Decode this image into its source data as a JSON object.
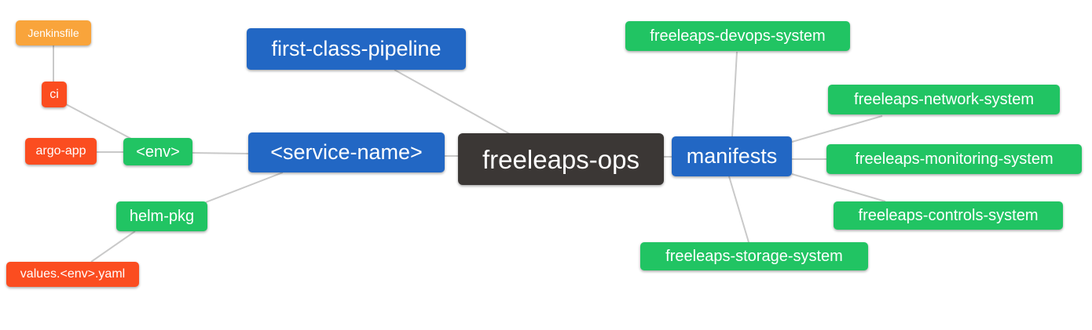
{
  "colors": {
    "canvas-bg": "#ffffff",
    "root-bg": "#3b3735",
    "branch-bg": "#2267c4",
    "leaf-green-bg": "#21c463",
    "leaf-red-bg": "#fb4d20",
    "leaf-orange-bg": "#f9a43b",
    "node-text": "#ffffff",
    "edge-line": "#c9c9c9"
  },
  "tree": {
    "label": "freeleaps-ops",
    "children": [
      {
        "label": "first-class-pipeline",
        "children": []
      },
      {
        "label": "<service-name>",
        "children": [
          {
            "label": "<env>",
            "children": [
              {
                "label": "ci",
                "children": [
                  {
                    "label": "Jenkinsfile",
                    "children": []
                  }
                ]
              },
              {
                "label": "argo-app",
                "children": []
              }
            ]
          },
          {
            "label": "helm-pkg",
            "children": [
              {
                "label": "values.<env>.yaml",
                "children": []
              }
            ]
          }
        ]
      },
      {
        "label": "manifests",
        "children": [
          {
            "label": "freeleaps-devops-system",
            "children": []
          },
          {
            "label": "freeleaps-network-system",
            "children": []
          },
          {
            "label": "freeleaps-monitoring-system",
            "children": []
          },
          {
            "label": "freeleaps-controls-system",
            "children": []
          },
          {
            "label": "freeleaps-storage-system",
            "children": []
          }
        ]
      }
    ]
  }
}
